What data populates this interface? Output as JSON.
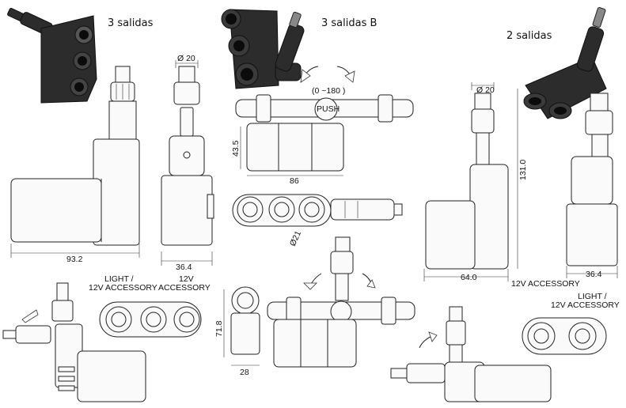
{
  "titles": {
    "p1": "3 salidas",
    "p2": "3 salidas B",
    "p3": "2 salidas"
  },
  "dimensions": {
    "p1_width": "93.2",
    "p1_side_width": "36.4",
    "p1_diameter": "Ø 20",
    "p2_rotation": "(0 ~180 )",
    "p2_height": "43.5",
    "p2_length": "86",
    "p2_diameter": "Ø21",
    "p2_height2": "71.8",
    "p2_width2": "28",
    "p3_diameter": "Ø 20",
    "p3_height": "131.0",
    "p3_width": "64.0",
    "p3_side_width": "36.4"
  },
  "labels": {
    "p1_light_1": "LIGHT /",
    "p1_light_2": "12V ACCESSORY",
    "p1_acc_1": "12V",
    "p1_acc_2": "ACCESSORY",
    "p3_acc": "12V ACCESSORY",
    "p3_light_1": "LIGHT /",
    "p3_light_2": "12V ACCESSORY",
    "push": "PUSH"
  },
  "colors": {
    "product_body": "#2c2c2c",
    "line": "#222222",
    "background": "#ffffff"
  }
}
